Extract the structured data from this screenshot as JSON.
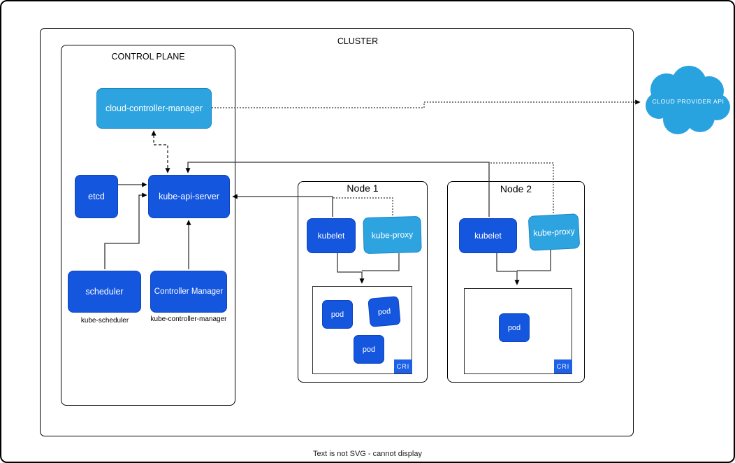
{
  "palette": {
    "dark_blue": "#1456DE",
    "light_blue": "#2DA4E0",
    "cri_blue": "#1E60E6",
    "cloud_blue": "#29A3E0",
    "line_color": "#333333",
    "frame_color": "#000000"
  },
  "cluster": {
    "label": "CLUSTER",
    "control_plane": {
      "label": "CONTROL PLANE",
      "cloud_controller_manager": "cloud-controller-manager",
      "etcd": "etcd",
      "kube_api_server": "kube-api-server",
      "scheduler": "scheduler",
      "scheduler_sublabel": "kube-scheduler",
      "controller_manager": "Controller Manager",
      "controller_manager_sublabel": "kube-controller-manager"
    },
    "nodes": [
      {
        "label": "Node 1",
        "kubelet": "kubelet",
        "kube_proxy": "kube-proxy",
        "pods": [
          "pod",
          "pod",
          "pod"
        ],
        "runtime_badge": "CRI"
      },
      {
        "label": "Node 2",
        "kubelet": "kubelet",
        "kube_proxy": "kube-proxy",
        "pods": [
          "pod"
        ],
        "runtime_badge": "CRI"
      }
    ]
  },
  "external": {
    "cloud_provider_api": "CLOUD PROVIDER API"
  },
  "footer_notice": "Text is not SVG - cannot display"
}
